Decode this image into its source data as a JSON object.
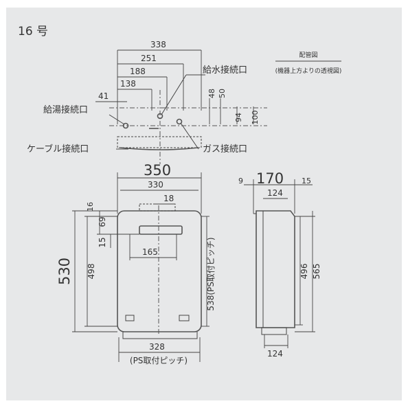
{
  "model": "16 号",
  "top_view": {
    "dims": {
      "d338": "338",
      "d251": "251",
      "d188": "188",
      "d138": "138",
      "d41": "41",
      "d48": "48",
      "d50": "50",
      "d94": "94",
      "d100": "100"
    },
    "labels": {
      "water_in": "給水接続口",
      "hot_water": "給湯接続口",
      "cable": "ケーブル接続口",
      "gas": "ガス接続口"
    },
    "note_title": "配管図",
    "note_sub": "(機器上方よりの透視図)"
  },
  "front_view": {
    "dims": {
      "w350": "350",
      "w330": "330",
      "d18": "18",
      "d16": "16",
      "d69": "69",
      "d15": "15",
      "d165": "165",
      "h530": "530",
      "h498": "498",
      "h538": "538(PS取付ピッチ)",
      "w328": "328",
      "pitch_note": "(PS取付ピッチ)"
    }
  },
  "side_view": {
    "dims": {
      "d9": "9",
      "d170": "170",
      "d15": "15",
      "d124top": "124",
      "h496": "496",
      "h565": "565",
      "d124bot": "124"
    }
  }
}
